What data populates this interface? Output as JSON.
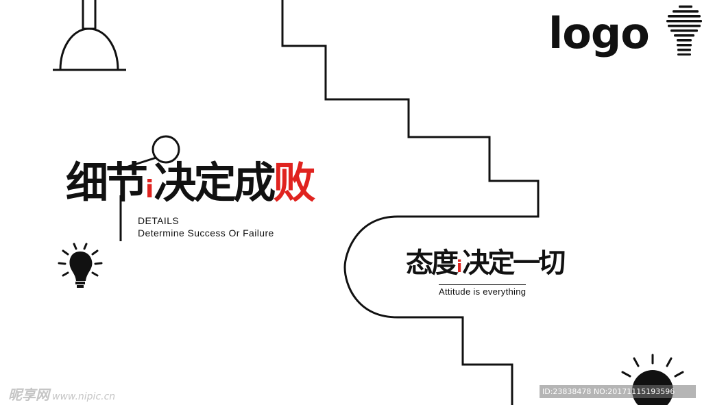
{
  "brand": {
    "logo_text": "logo"
  },
  "headline_1": {
    "part_a": "细节",
    "part_b": "决定",
    "part_c": "成",
    "part_d": "败",
    "accent_char": "i"
  },
  "subtitle_1": {
    "line_1": "DETAILS",
    "line_2": "Determine Success Or Failure"
  },
  "headline_2": {
    "part_a": "态度",
    "part_b": "决定一切"
  },
  "subtitle_2": {
    "text": "Attitude is everything"
  },
  "watermarks": {
    "left_brand": "昵享网",
    "left_url": "www.nipic.cn",
    "right_id": "ID:23838478 NO:20171115193596"
  },
  "colors": {
    "accent": "#e0231f",
    "ink": "#111111"
  },
  "icons": [
    "pendant-lamp-icon",
    "logo-mark-icon",
    "magnifier-icon",
    "lightbulb-icon",
    "sun-icon"
  ]
}
